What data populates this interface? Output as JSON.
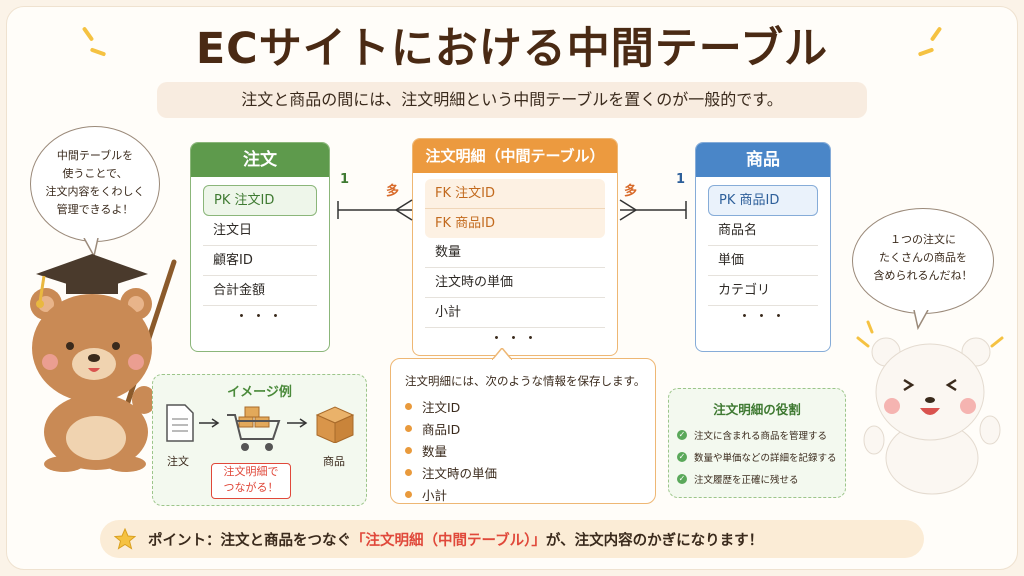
{
  "title": "ECサイトにおける中間テーブル",
  "subtitle": "注文と商品の間には、注文明細という中間テーブルを置くのが一般的です。",
  "tables": {
    "order": {
      "header": "注文",
      "pk": "PK  注文ID",
      "fields": [
        "注文日",
        "顧客ID",
        "合計金額"
      ],
      "more": "・・・"
    },
    "detail": {
      "header": "注文明細（中間テーブル）",
      "fk1": "FK  注文ID",
      "fk2": "FK  商品ID",
      "fields": [
        "数量",
        "注文時の単価",
        "小計"
      ],
      "more": "・・・"
    },
    "product": {
      "header": "商品",
      "pk": "PK  商品ID",
      "fields": [
        "商品名",
        "単価",
        "カテゴリ"
      ],
      "more": "・・・"
    }
  },
  "relations": {
    "left_one": "1",
    "left_many": "多",
    "right_many": "多",
    "right_one": "1"
  },
  "bubbles": {
    "left": [
      "中間テーブルを",
      "使うことで、",
      "注文内容をくわしく",
      "管理できるよ！"
    ],
    "right": [
      "１つの注文に",
      "たくさんの商品を",
      "含められるんだね！"
    ]
  },
  "image_example": {
    "title": "イメージ例",
    "order_label": "注文",
    "product_label": "商品",
    "connect_note": [
      "注文明細で",
      "つながる！"
    ]
  },
  "info_box": {
    "heading": "注文明細には、次のような情報を保存します。",
    "items": [
      "注文ID",
      "商品ID",
      "数量",
      "注文時の単価",
      "小計"
    ]
  },
  "roles": {
    "heading": "注文明細の役割",
    "items": [
      "注文に含まれる商品を管理する",
      "数量や単価などの詳細を記録する",
      "注文履歴を正確に残せる"
    ]
  },
  "point": {
    "prefix": "ポイント：注文と商品をつなぐ",
    "highlight": "「注文明細（中間テーブル）」",
    "suffix": "が、注文内容のかぎになります！"
  },
  "colors": {
    "order": "#5e9a4c",
    "detail": "#ec9a3f",
    "product": "#4a86c8",
    "highlight": "#e0483a"
  }
}
